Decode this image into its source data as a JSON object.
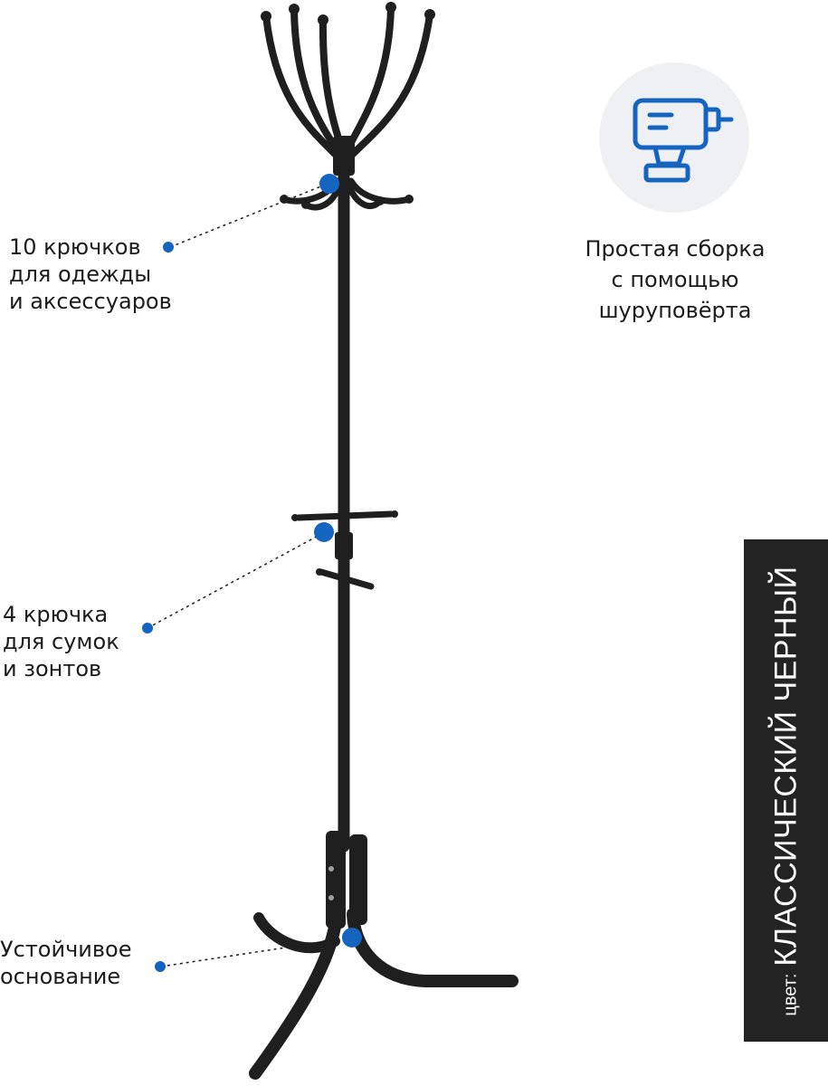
{
  "callouts": [
    {
      "lines": [
        "10 крючков",
        "для одежды",
        "и аксессуаров"
      ]
    },
    {
      "lines": [
        "4 крючка",
        "для сумок",
        "и зонтов"
      ]
    },
    {
      "lines": [
        "Устойчивое",
        "основание"
      ]
    }
  ],
  "assembly": {
    "icon": "screwdriver-drill-icon",
    "lines": [
      "Простая сборка",
      "с помощью",
      "шуруповёрта"
    ]
  },
  "color_badge": {
    "prefix": "цвет:",
    "value": "КЛАССИЧЕСКИЙ ЧЕРНЫЙ"
  },
  "colors": {
    "accent": "#1565c0",
    "product": "#1f1f1f",
    "band": "#232323",
    "icon_circle": "#eef0f3"
  }
}
